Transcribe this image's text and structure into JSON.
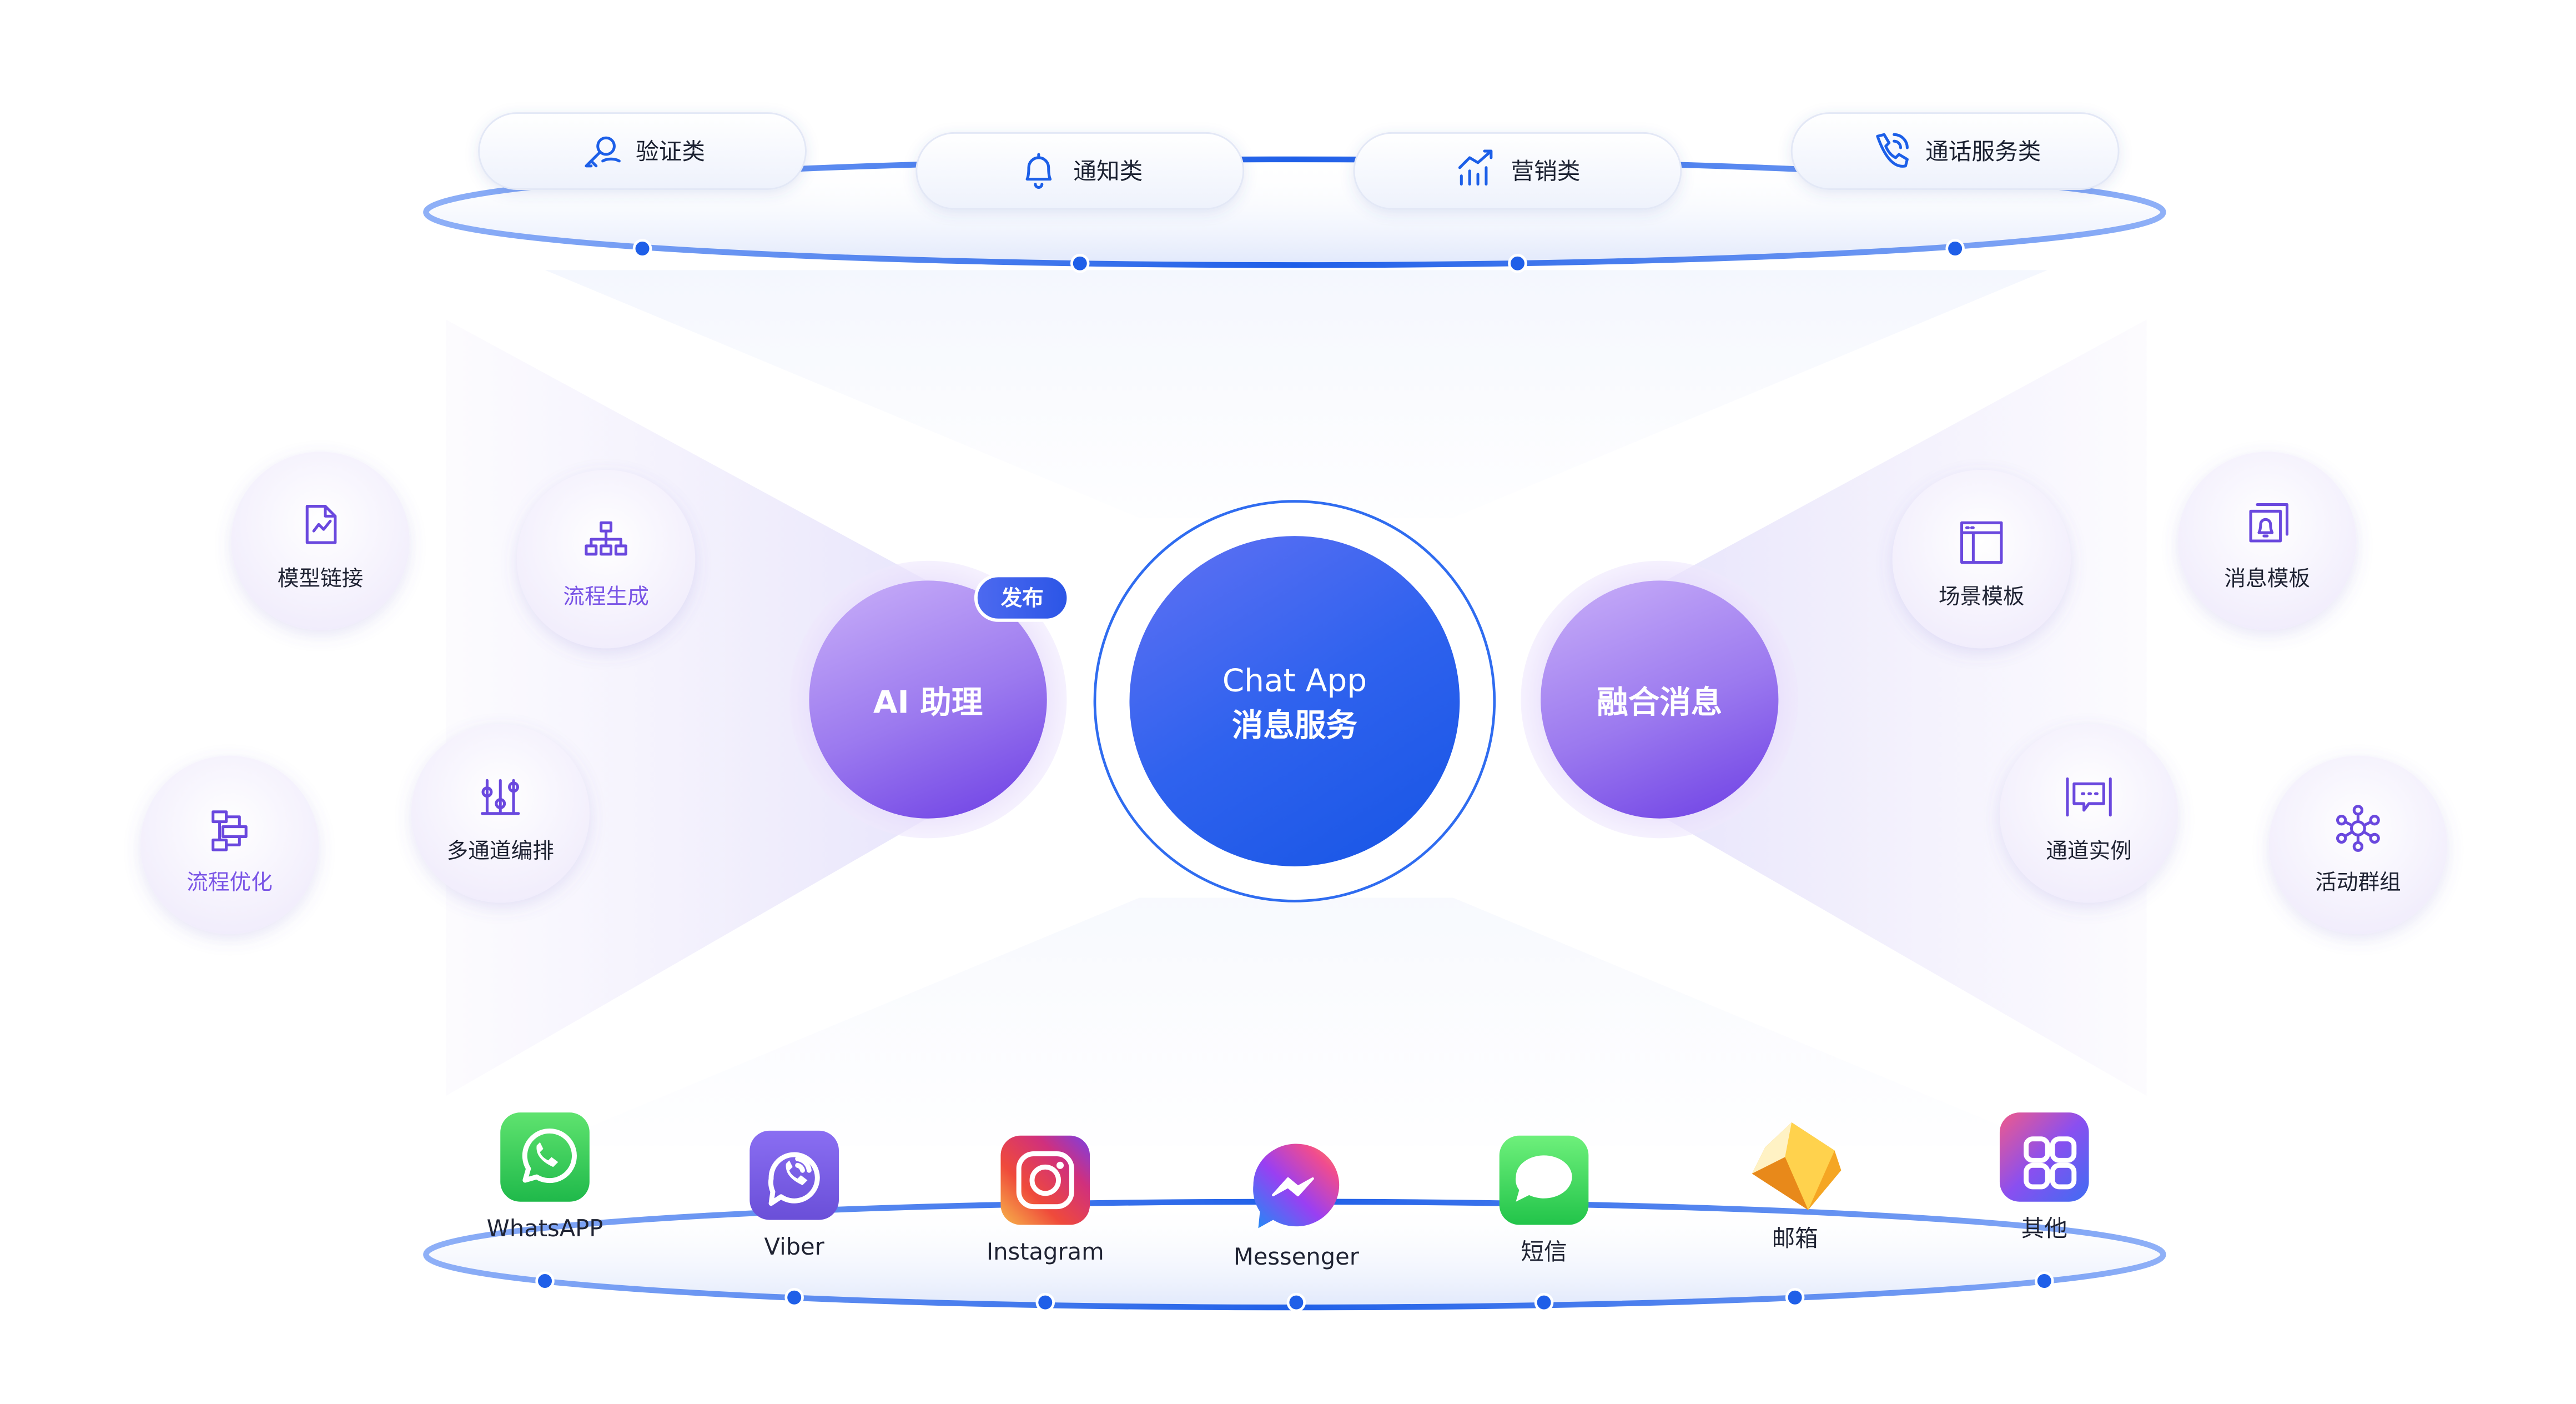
{
  "top_categories": [
    {
      "label": "验证类",
      "icon": "key-person-icon"
    },
    {
      "label": "通知类",
      "icon": "bell-icon"
    },
    {
      "label": "营销类",
      "icon": "bar-chart-icon"
    },
    {
      "label": "通话服务类",
      "icon": "phone-icon"
    }
  ],
  "center": {
    "title_line1": "Chat App",
    "title_line2": "消息服务"
  },
  "ai_assistant": {
    "label": "AI 助理",
    "badge": "发布"
  },
  "fusion": {
    "label": "融合消息"
  },
  "left_features": [
    {
      "label": "模型链接",
      "icon": "document-chart-icon",
      "accent": false
    },
    {
      "label": "流程生成",
      "icon": "flowchart-icon",
      "accent": true
    },
    {
      "label": "流程优化",
      "icon": "flow-optimize-icon",
      "accent": true
    },
    {
      "label": "多通道编排",
      "icon": "multi-channel-icon",
      "accent": false
    }
  ],
  "right_features": [
    {
      "label": "场景模板",
      "icon": "layout-template-icon"
    },
    {
      "label": "消息模板",
      "icon": "message-template-icon"
    },
    {
      "label": "通道实例",
      "icon": "channel-instance-icon"
    },
    {
      "label": "活动群组",
      "icon": "network-group-icon"
    }
  ],
  "channels": [
    {
      "label": "WhatsAPP",
      "icon": "whatsapp-icon"
    },
    {
      "label": "Viber",
      "icon": "viber-icon"
    },
    {
      "label": "Instagram",
      "icon": "instagram-icon"
    },
    {
      "label": "Messenger",
      "icon": "messenger-icon"
    },
    {
      "label": "短信",
      "icon": "sms-icon"
    },
    {
      "label": "邮箱",
      "icon": "email-icon"
    },
    {
      "label": "其他",
      "icon": "apps-grid-icon"
    }
  ],
  "colors": {
    "primary_blue": "#1f5fe8",
    "ring_blue": "#2f6cf0",
    "purple": "#7a53e8",
    "purple_light": "#b79bf5",
    "text_dark": "#1f2333",
    "accent_purple_text": "#7a55e6"
  }
}
